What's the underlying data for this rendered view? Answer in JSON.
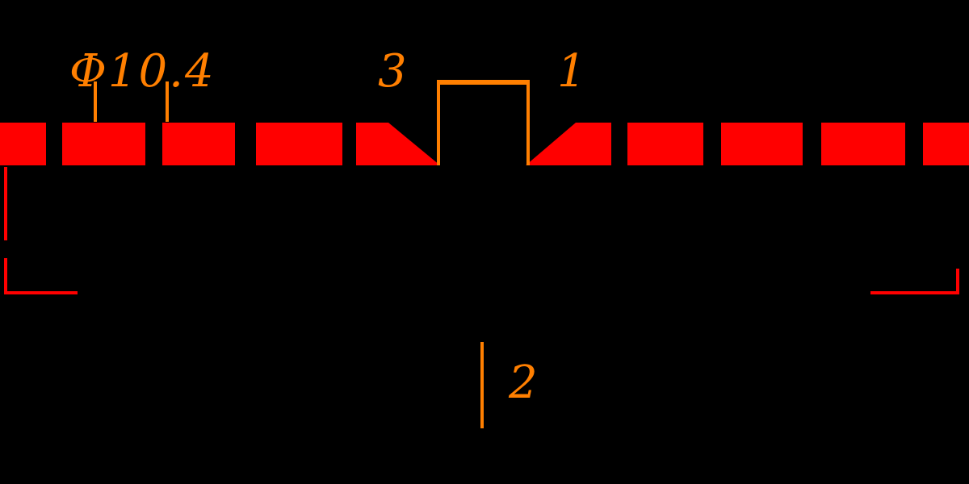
{
  "drawing": {
    "colors": {
      "background": "#000000",
      "section_red": "#ff0000",
      "dimension_orange": "#ff7f00"
    },
    "labels": {
      "diameter": "Φ10.4",
      "dim_3": "3",
      "dim_1": "1",
      "dim_2": "2"
    }
  }
}
